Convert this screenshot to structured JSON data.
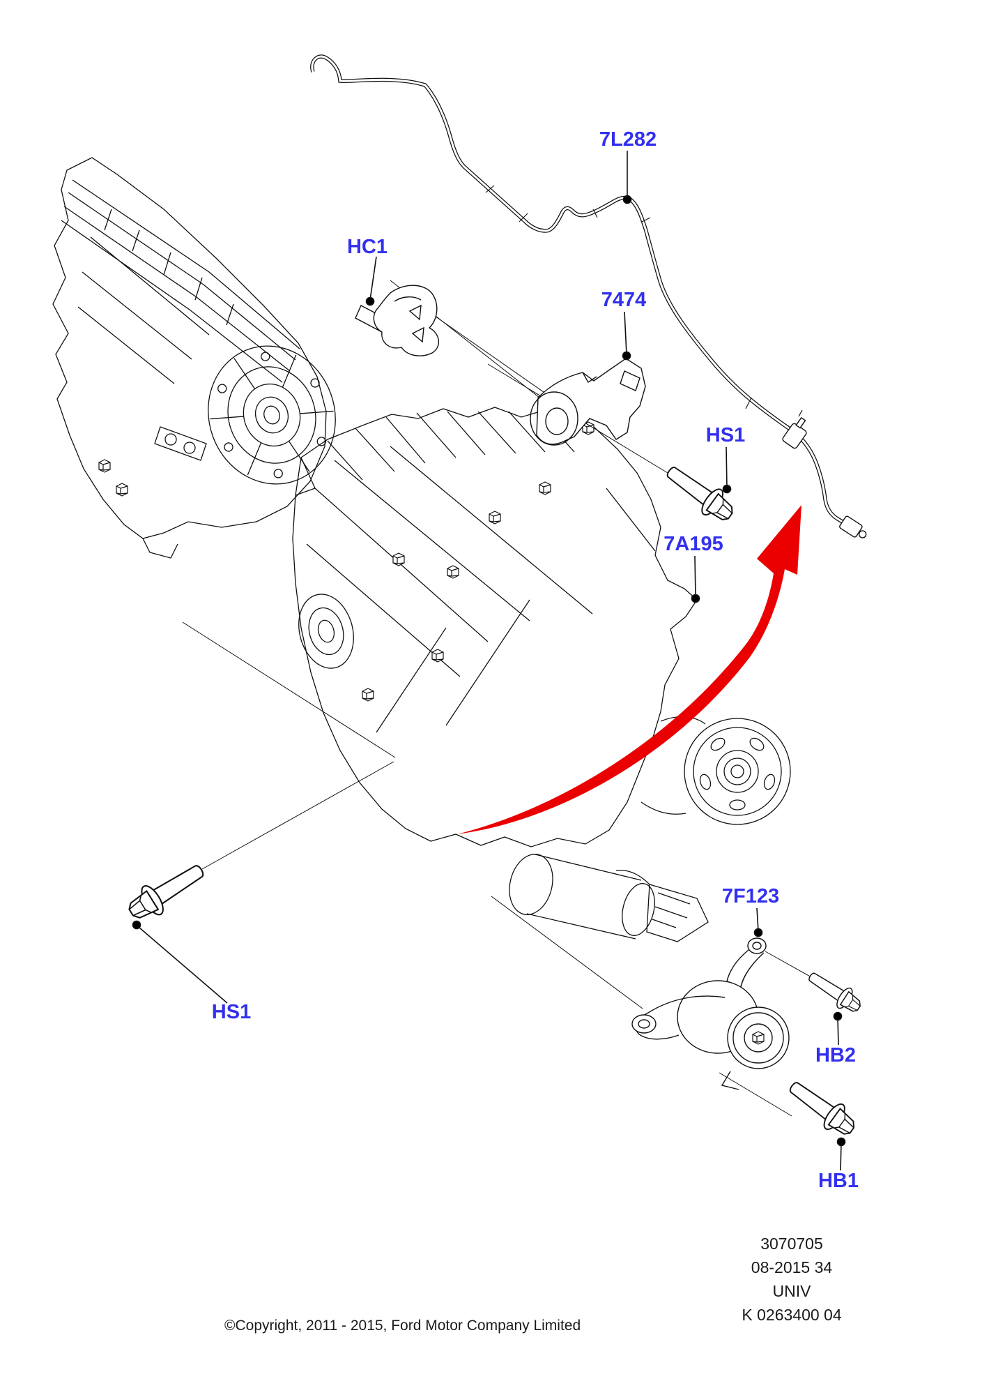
{
  "diagram": {
    "type": "exploded-parts-diagram",
    "callouts": [
      {
        "id": "7L282",
        "label": "7L282"
      },
      {
        "id": "HC1",
        "label": "HC1"
      },
      {
        "id": "7474",
        "label": "7474"
      },
      {
        "id": "HS1-upper",
        "label": "HS1"
      },
      {
        "id": "7A195",
        "label": "7A195"
      },
      {
        "id": "7F123",
        "label": "7F123"
      },
      {
        "id": "HS1-lower",
        "label": "HS1"
      },
      {
        "id": "HB2",
        "label": "HB2"
      },
      {
        "id": "HB1",
        "label": "HB1"
      }
    ],
    "colors": {
      "callout_blue": "#3230EE",
      "arrow_red": "#EA0000",
      "line_black": "#111111",
      "background": "#FFFFFF"
    }
  },
  "footer": {
    "doc_number": "3070705",
    "date_code": "08-2015 34",
    "market": "UNIV",
    "revision": "K 0263400 04",
    "copyright": "©Copyright, 2011 - 2015, Ford Motor Company Limited"
  }
}
